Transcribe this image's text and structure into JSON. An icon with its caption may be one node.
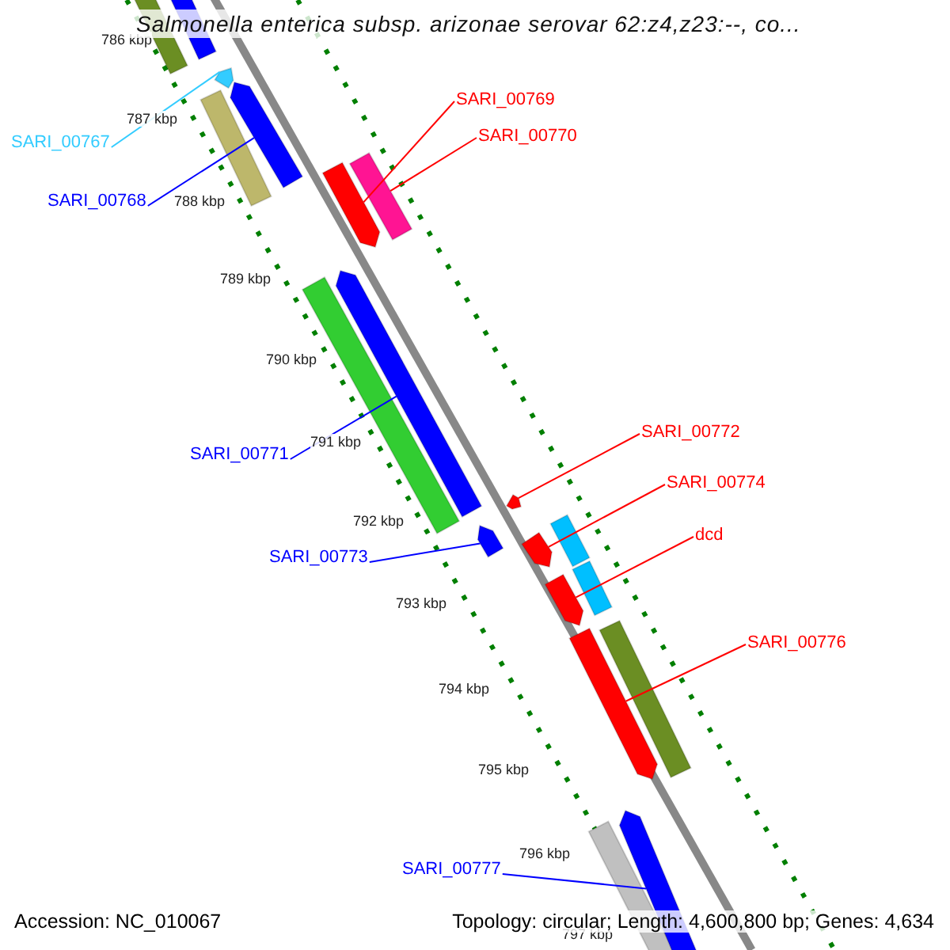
{
  "diagram": {
    "title": "Salmonella enterica subsp. arizonae serovar 62:z4,z23:--, co...",
    "nodes": [
      {
        "text": [
          "SARI_00767"
        ]
      },
      {
        "text": [
          "SARI_00768"
        ]
      },
      {
        "text": [
          "SARI_00769"
        ]
      },
      {
        "text": [
          "SARI_00770"
        ]
      },
      {
        "text": [
          "SARI_00771"
        ]
      },
      {
        "text": [
          "SARI_00772"
        ]
      },
      {
        "text": [
          "SARI_00774"
        ]
      },
      {
        "text": [
          "dcd"
        ]
      },
      {
        "text": [
          "SARI_00773"
        ]
      },
      {
        "text": [
          "SARI_00776"
        ]
      },
      {
        "text": [
          "SARI_00777"
        ]
      },
      {
        "text": [],
        "shape": "bar"
      },
      {
        "text": [],
        "shape": "bar"
      },
      {
        "text": [],
        "shape": "bar"
      },
      {
        "text": [],
        "shape": "bar"
      },
      {
        "text": [],
        "shape": "bar"
      },
      {
        "text": [],
        "shape": "bar"
      },
      {
        "text": [],
        "shape": "bar"
      },
      {
        "text": [],
        "shape": "bar"
      },
      {
        "text": [],
        "shape": "bar"
      },
      {
        "text": [],
        "shape": "bar"
      },
      {
        "text": [],
        "shape": "bar"
      },
      {
        "text": [],
        "shape": "bar"
      },
      {
        "text": [],
        "shape": "bar"
      },
      {
        "text": [],
        "shape": "bar"
      },
      {
        "text": [],
        "shape": "bar"
      },
      {
        "text": [],
        "shape": "bar"
      },
      {
        "text": [],
        "shape": "bar"
      },
      {
        "text": [],
        "shape": "bar"
      },
      {
        "text": [],
        "shape": "bar"
      }
    ],
    "edges": [
      {
        "from": 0,
        "to": 13,
        "arrow": "none",
        "color": "#33ccff"
      },
      {
        "from": 1,
        "to": 15,
        "arrow": "none",
        "color": "#0000ff"
      },
      {
        "from": 2,
        "to": 16,
        "arrow": "none"
      },
      {
        "from": 3,
        "to": 17,
        "arrow": "none"
      },
      {
        "from": 4,
        "to": 19,
        "arrow": "none",
        "color": "#0000ff"
      },
      {
        "from": 5,
        "to": 20,
        "arrow": "none"
      },
      {
        "from": 6,
        "to": 22,
        "arrow": "none"
      },
      {
        "from": 7,
        "to": 25,
        "arrow": "none"
      },
      {
        "from": 8,
        "to": 21,
        "arrow": "none",
        "color": "#0000ff"
      },
      {
        "from": 9,
        "to": 26,
        "arrow": "none"
      },
      {
        "from": 10,
        "to": 29,
        "arrow": "none",
        "color": "#0000ff"
      }
    ],
    "labels": [
      "786 kbp",
      "787 kbp",
      "788 kbp",
      "789 kbp",
      "790 kbp",
      "791 kbp",
      "792 kbp",
      "793 kbp",
      "794 kbp",
      "795 kbp",
      "796 kbp",
      "797 kbp",
      "Accession: NC_010067",
      "Topology: circular; Length: 4,600,800 bp; Genes: 4,634"
    ]
  }
}
